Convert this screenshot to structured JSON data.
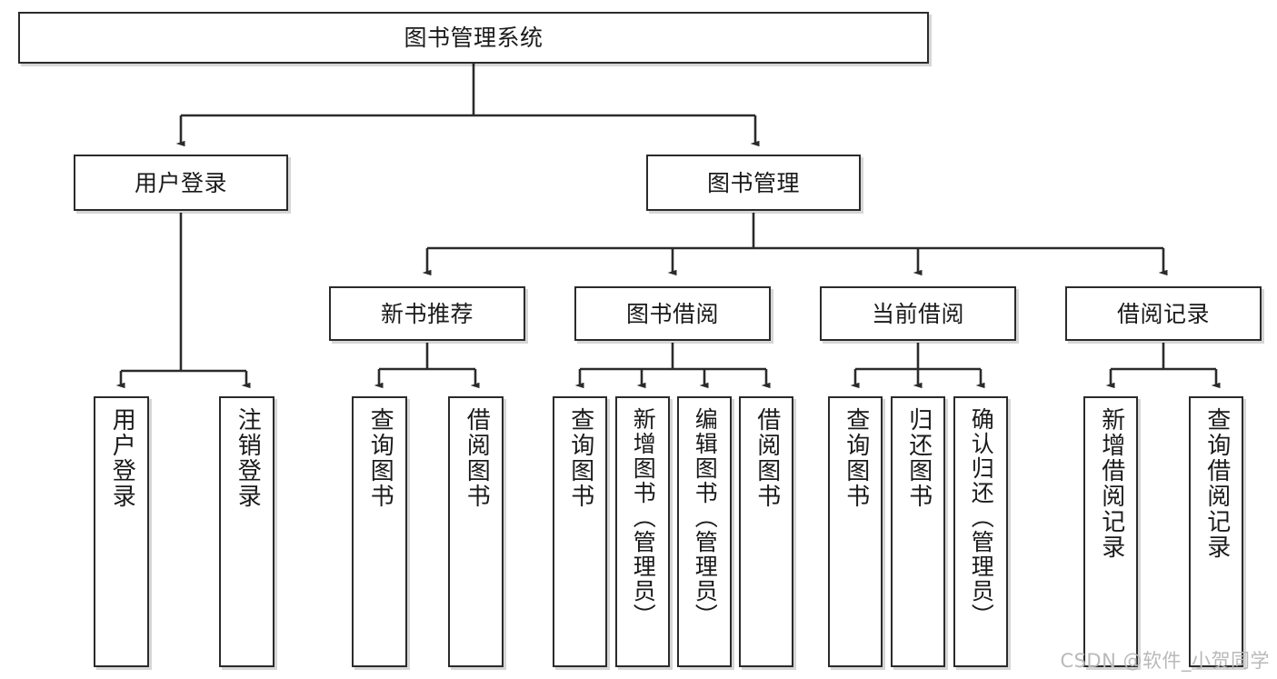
{
  "diagram": {
    "title": "图书管理系统",
    "type": "hierarchy-tree",
    "watermark": "CSDN @软件_小贺同学",
    "colors": {
      "box_border": "#2b2b2b",
      "box_fill": "#ffffff",
      "edge": "#2b2b2b",
      "watermark": "#b9b9b9"
    },
    "nodes": {
      "root": {
        "label": "图书管理系统",
        "orientation": "horizontal"
      },
      "level2": [
        {
          "id": "user-login",
          "label": "用户登录",
          "orientation": "horizontal"
        },
        {
          "id": "book-manage",
          "label": "图书管理",
          "orientation": "horizontal"
        }
      ],
      "level3": [
        {
          "id": "new-book-rec",
          "label": "新书推荐",
          "orientation": "horizontal"
        },
        {
          "id": "book-borrow",
          "label": "图书借阅",
          "orientation": "horizontal"
        },
        {
          "id": "current-borrow",
          "label": "当前借阅",
          "orientation": "horizontal"
        },
        {
          "id": "borrow-record",
          "label": "借阅记录",
          "orientation": "horizontal"
        }
      ],
      "leaves": [
        {
          "id": "leaf-user-login",
          "label": "用户登录",
          "parent": "user-login",
          "orientation": "vertical"
        },
        {
          "id": "leaf-user-logout",
          "label": "注销登录",
          "parent": "user-login",
          "orientation": "vertical"
        },
        {
          "id": "leaf-query-book-1",
          "label": "查询图书",
          "parent": "new-book-rec",
          "orientation": "vertical"
        },
        {
          "id": "leaf-borrow-book-1",
          "label": "借阅图书",
          "parent": "new-book-rec",
          "orientation": "vertical"
        },
        {
          "id": "leaf-query-book-2",
          "label": "查询图书",
          "parent": "book-borrow",
          "orientation": "vertical"
        },
        {
          "id": "leaf-add-book",
          "label": "新增图书（管理员）",
          "parent": "book-borrow",
          "orientation": "vertical"
        },
        {
          "id": "leaf-edit-book",
          "label": "编辑图书（管理员）",
          "parent": "book-borrow",
          "orientation": "vertical"
        },
        {
          "id": "leaf-borrow-book-2",
          "label": "借阅图书",
          "parent": "book-borrow",
          "orientation": "vertical"
        },
        {
          "id": "leaf-query-book-3",
          "label": "查询图书",
          "parent": "current-borrow",
          "orientation": "vertical"
        },
        {
          "id": "leaf-return-book",
          "label": "归还图书",
          "parent": "current-borrow",
          "orientation": "vertical"
        },
        {
          "id": "leaf-confirm-return",
          "label": "确认归还（管理员）",
          "parent": "current-borrow",
          "orientation": "vertical"
        },
        {
          "id": "leaf-add-record",
          "label": "新增借阅记录",
          "parent": "borrow-record",
          "orientation": "vertical"
        },
        {
          "id": "leaf-query-record",
          "label": "查询借阅记录",
          "parent": "borrow-record",
          "orientation": "vertical"
        }
      ]
    }
  },
  "chart_data": {
    "type": "table",
    "title": "图书管理系统 功能结构图",
    "tree": {
      "name": "图书管理系统",
      "children": [
        {
          "name": "用户登录",
          "children": [
            {
              "name": "用户登录"
            },
            {
              "name": "注销登录"
            }
          ]
        },
        {
          "name": "图书管理",
          "children": [
            {
              "name": "新书推荐",
              "children": [
                {
                  "name": "查询图书"
                },
                {
                  "name": "借阅图书"
                }
              ]
            },
            {
              "name": "图书借阅",
              "children": [
                {
                  "name": "查询图书"
                },
                {
                  "name": "新增图书（管理员）"
                },
                {
                  "name": "编辑图书（管理员）"
                },
                {
                  "name": "借阅图书"
                }
              ]
            },
            {
              "name": "当前借阅",
              "children": [
                {
                  "name": "查询图书"
                },
                {
                  "name": "归还图书"
                },
                {
                  "name": "确认归还（管理员）"
                }
              ]
            },
            {
              "name": "借阅记录",
              "children": [
                {
                  "name": "新增借阅记录"
                },
                {
                  "name": "查询借阅记录"
                }
              ]
            }
          ]
        }
      ]
    }
  }
}
